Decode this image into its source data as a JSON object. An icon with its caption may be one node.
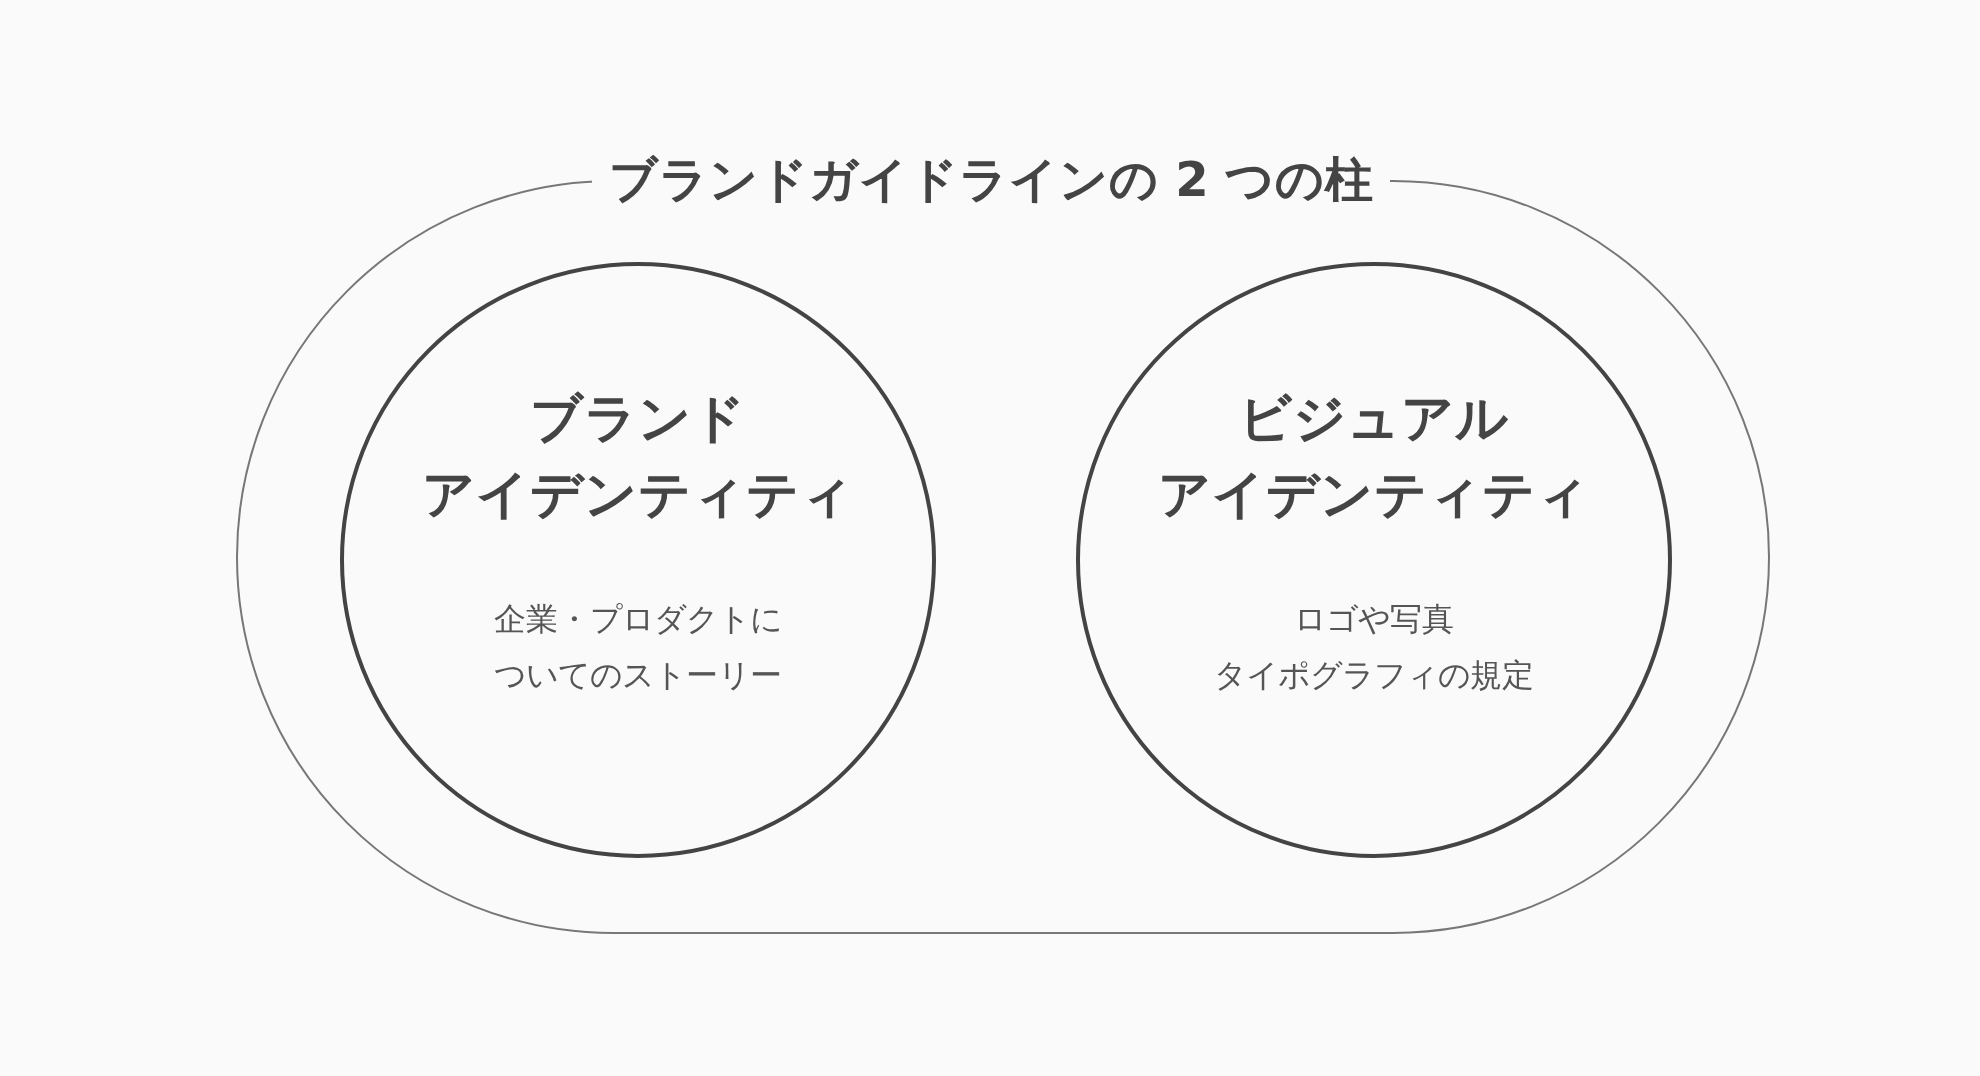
{
  "diagram": {
    "nodes": [
      {
        "text": [
          "ブランドガイドラインの 2 つの柱"
        ]
      },
      {
        "text": [
          "ブランド",
          "アイデンティティ",
          "企業・プロダクトに",
          "ついてのストーリー"
        ],
        "in": 0
      },
      {
        "text": [
          "ビジュアル",
          "アイデンティティ",
          "ロゴや写真",
          "タイポグラフィの規定"
        ],
        "in": 0
      }
    ]
  }
}
